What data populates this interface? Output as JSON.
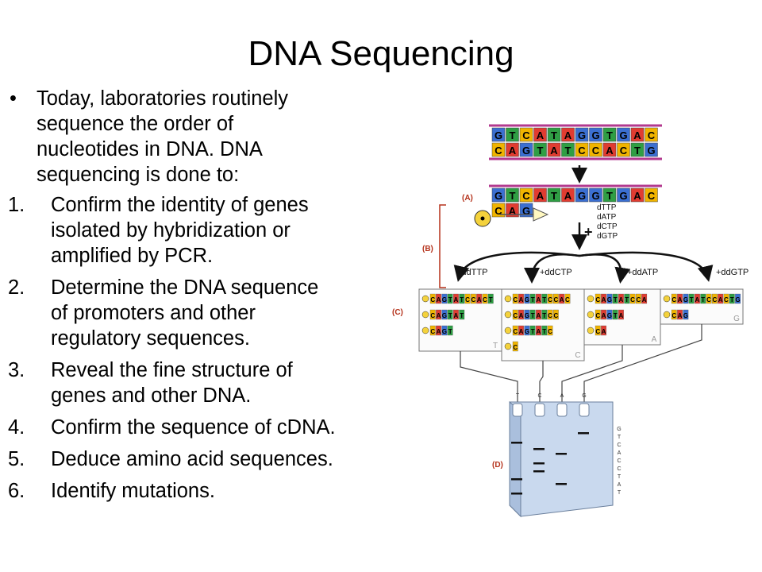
{
  "slide": {
    "title": "DNA Sequencing",
    "intro": {
      "bullet": "•",
      "lines": [
        "Today, laboratories routinely",
        "sequence the order of",
        "nucleotides in DNA.  DNA",
        "sequencing is done to:"
      ]
    },
    "items": [
      {
        "num": "1.",
        "lines": [
          "Confirm the identity of genes",
          "isolated by hybridization or",
          "amplified by PCR."
        ]
      },
      {
        "num": "2.",
        "lines": [
          "Determine the DNA sequence",
          "of promoters and other",
          "regulatory sequences."
        ]
      },
      {
        "num": "3.",
        "lines": [
          "Reveal the fine structure of",
          "genes and other DNA."
        ]
      },
      {
        "num": "4.",
        "lines": [
          "Confirm the sequence of cDNA."
        ]
      },
      {
        "num": "5.",
        "lines": [
          "Deduce amino acid sequences."
        ]
      },
      {
        "num": "6.",
        "lines": [
          "Identify mutations."
        ]
      }
    ]
  },
  "figure": {
    "panel_labels": [
      "(A)",
      "(B)",
      "(C)",
      "(D)"
    ],
    "template_top": [
      "G",
      "T",
      "C",
      "A",
      "T",
      "A",
      "G",
      "G",
      "T",
      "G",
      "A",
      "C"
    ],
    "template_bottom": [
      "C",
      "A",
      "G",
      "T",
      "A",
      "T",
      "C",
      "C",
      "A",
      "C",
      "T",
      "G"
    ],
    "primer": [
      "C",
      "A",
      "G"
    ],
    "plus_sign": "+",
    "dntps": [
      "dTTP",
      "dATP",
      "dCTP",
      "dGTP"
    ],
    "reactions": [
      "+ddTTP",
      "+ddCTP",
      "+ddATP",
      "+ddGTP"
    ],
    "boxes": [
      {
        "label": "T",
        "strands": [
          "CAGTATCCACT",
          "CAGTAT",
          "CAGT"
        ]
      },
      {
        "label": "C",
        "strands": [
          "CAGTATCCAC",
          "CAGTATCC",
          "CAGTATC",
          "C"
        ]
      },
      {
        "label": "A",
        "strands": [
          "CAGTATCCA",
          "CAGTA",
          "CA"
        ]
      },
      {
        "label": "G",
        "strands": [
          "CAGTATCCACTG",
          "CAG"
        ]
      }
    ],
    "gel_lanes": [
      "T",
      "C",
      "A",
      "G"
    ],
    "read_sequence": [
      "G",
      "T",
      "C",
      "A",
      "C",
      "C",
      "T",
      "A",
      "T"
    ],
    "colors": {
      "A": "#e03c31",
      "T": "#2f9e44",
      "C": "#f0b400",
      "G": "#3b6fd1",
      "label": "#b5321b",
      "gel": "#c9d9ee"
    }
  }
}
